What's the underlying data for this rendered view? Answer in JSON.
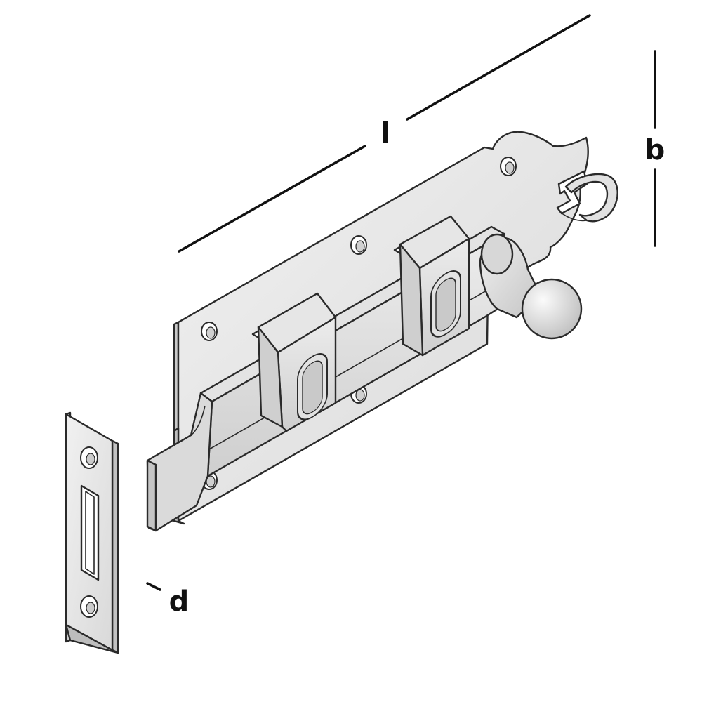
{
  "dimensions": {
    "length_label": "l",
    "width_label": "b",
    "depth_label": "d"
  },
  "colors": {
    "metal_light": "#e9e9e9",
    "metal_mid": "#d4d4d4",
    "metal_dark": "#b6b6b6",
    "outline": "#2a2a2a",
    "dimension_line": "#111111"
  }
}
